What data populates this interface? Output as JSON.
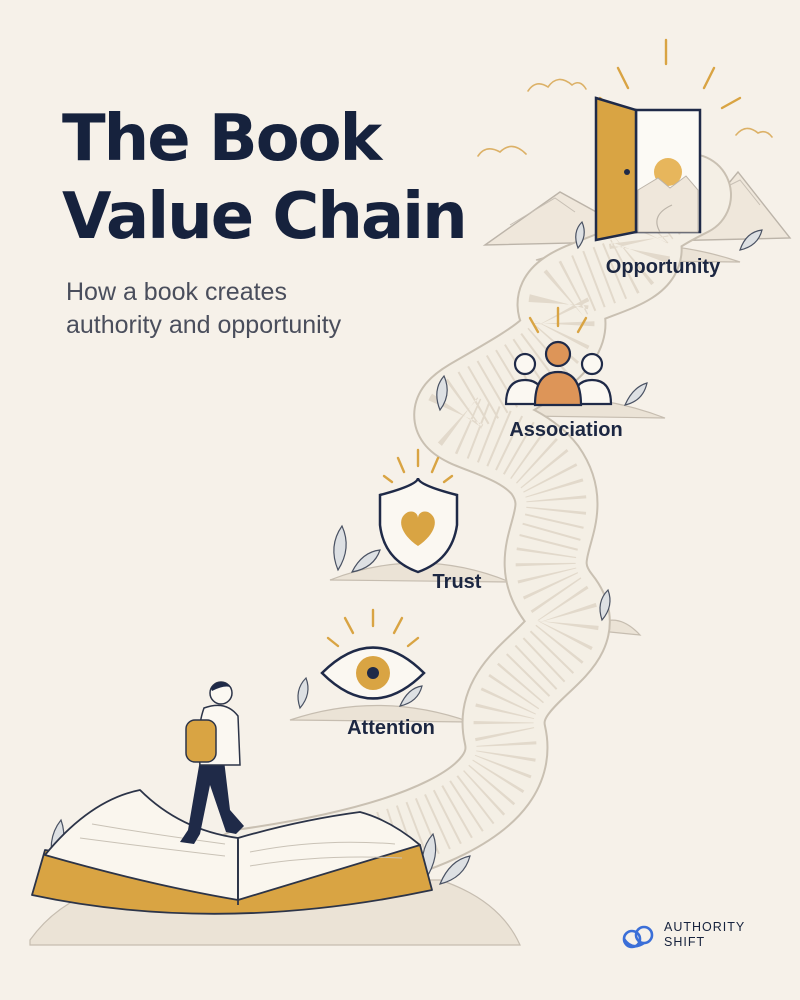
{
  "title_lines": [
    "The Book",
    "Value Chain"
  ],
  "subtitle_lines": [
    "How a book creates",
    "authority and opportunity"
  ],
  "stages": [
    {
      "label": "Attention",
      "icon": "eye-icon"
    },
    {
      "label": "Trust",
      "icon": "shield-heart-icon"
    },
    {
      "label": "Association",
      "icon": "people-icon"
    },
    {
      "label": "Opportunity",
      "icon": "open-door-icon"
    }
  ],
  "brand": {
    "lines": [
      "AUTHORITY",
      "SHIFT"
    ],
    "icon": "authority-shift-logo"
  },
  "colors": {
    "background": "#f6f1e9",
    "navy": "#16223d",
    "gold": "#d9a443",
    "orange": "#dd9558",
    "blue": "#3b6fd8",
    "path": "#f4efe5"
  }
}
